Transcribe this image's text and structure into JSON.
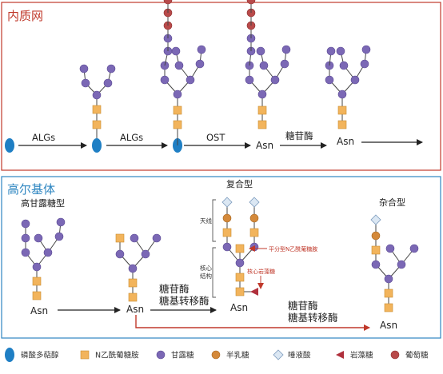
{
  "er_panel": {
    "title": "内质网",
    "steps": [
      "ALGs",
      "ALGs",
      "OST",
      "糖苷酶"
    ],
    "asn": "Asn"
  },
  "golgi_panel": {
    "title": "高尔基体",
    "high_mannose_label": "高甘露糖型",
    "complex_label": "复合型",
    "hybrid_label": "杂合型",
    "asn": "Asn",
    "enzyme_line1": "糖苷酶",
    "enzyme_line2": "糖基转移酶",
    "antenna_label": "天线",
    "core_label_line1": "核心",
    "core_label_line2": "结构",
    "bisect_label": "平分型N乙酰葡糖胺",
    "core_fucose_label": "核心岩藻糖"
  },
  "legend": [
    {
      "shape": "dolichol-phosphate",
      "label": "磷酸多萜醇",
      "color": "#1f7fc4"
    },
    {
      "shape": "glcnac-square",
      "label": "N乙酰葡糖胺",
      "color": "#f2b45c"
    },
    {
      "shape": "mannose-circle",
      "label": "甘露糖",
      "color": "#7b68b5"
    },
    {
      "shape": "galactose-circle",
      "label": "半乳糖",
      "color": "#d4893a"
    },
    {
      "shape": "sialic-diamond",
      "label": "唾液酸",
      "color": "#dbe7f3"
    },
    {
      "shape": "fucose-triangle",
      "label": "岩藻糖",
      "color": "#b0303c"
    },
    {
      "shape": "glucose-circle",
      "label": "葡萄糖",
      "color": "#b84a4a"
    }
  ],
  "colors": {
    "er_border": "#c0392b",
    "golgi_border": "#2e86c1",
    "arrow": "#222222",
    "red_arrow": "#c0392b"
  }
}
